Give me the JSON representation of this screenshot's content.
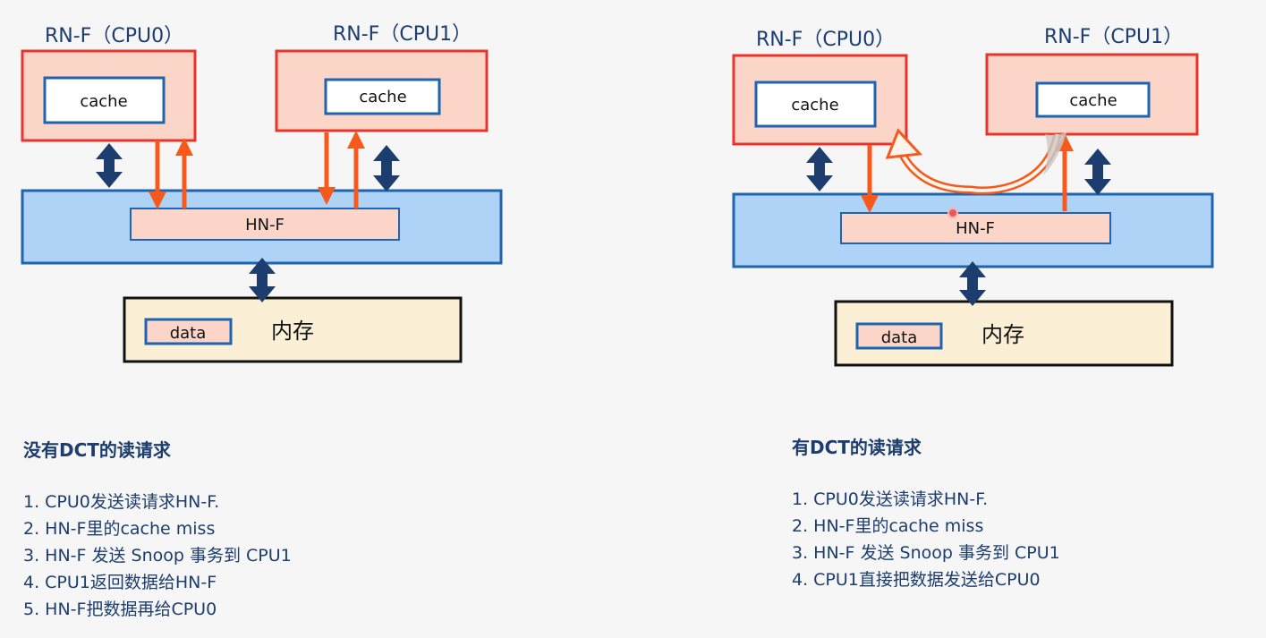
{
  "left_panel": {
    "cpu0_title": "RN-F（CPU0）",
    "cpu1_title": "RN-F（CPU1）",
    "cpu0_cache": "cache",
    "cpu1_cache": "cache",
    "home_node": "HN-F",
    "memory_data": "data",
    "memory_label": "内存",
    "caption": "没有DCT的读请求",
    "steps": [
      "1. CPU0发送读请求HN-F.",
      "2. HN-F里的cache miss",
      "3. HN-F 发送 Snoop 事务到 CPU1",
      "4. CPU1返回数据给HN-F",
      "5. HN-F把数据再给CPU0"
    ]
  },
  "right_panel": {
    "cpu0_title": "RN-F（CPU0）",
    "cpu1_title": "RN-F（CPU1）",
    "cpu0_cache": "cache",
    "cpu1_cache": "cache",
    "home_node": "HN-F",
    "memory_data": "data",
    "memory_label": "内存",
    "caption": "有DCT的读请求",
    "steps": [
      "1. CPU0发送读请求HN-F.",
      "2. HN-F里的cache miss",
      "3. HN-F 发送 Snoop 事务到 CPU1",
      "4. CPU1直接把数据发送给CPU0"
    ]
  },
  "colors": {
    "node_fill": "#fbd5c8",
    "node_border": "#e8342a",
    "cache_border": "#1f64b0",
    "interconnect_fill": "#aed3f7",
    "interconnect_border": "#1f64b0",
    "memory_fill": "#fbf0d6",
    "memory_border": "#111111",
    "bus_arrow": "#1c3d6e",
    "request_arrow": "#f5591c",
    "text": "#1c3d6e"
  }
}
